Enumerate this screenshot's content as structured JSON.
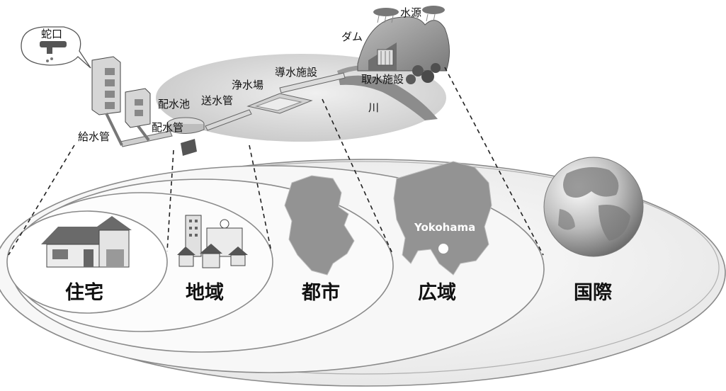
{
  "scales": {
    "house": "住宅",
    "region": "地域",
    "city": "都市",
    "wide_area": "広域",
    "international": "国際"
  },
  "facilities": {
    "faucet": "蛇口",
    "source": "水源",
    "dam": "ダム",
    "headrace": "導水施設",
    "intake": "取水施設",
    "purification": "浄水場",
    "transmission_pipe": "送水管",
    "distribution_reservoir": "配水池",
    "distribution_pipe": "配水管",
    "service_pipe": "給水管",
    "river": "川"
  },
  "map_label": "Yokohama"
}
